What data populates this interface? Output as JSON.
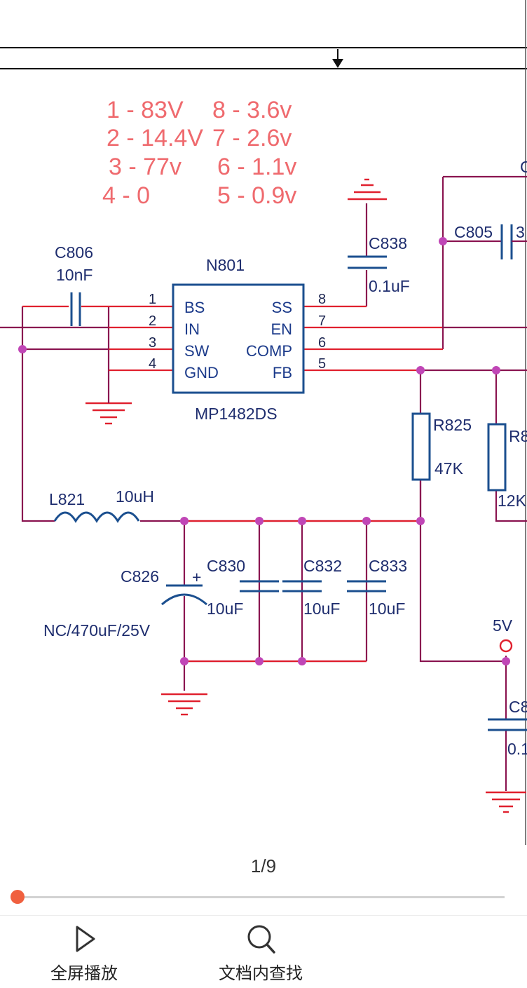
{
  "viewer": {
    "page_indicator": "1/9",
    "progress_fraction": 0.0
  },
  "toolbar": {
    "fullscreen_label": "全屏播放",
    "search_label": "文档内查找",
    "fullscreen_icon": "play-icon",
    "search_icon": "search-icon"
  },
  "colors": {
    "net": "#8a1450",
    "lead": "#e0202e",
    "component": "#1b4f8f",
    "junction": "#c046b6",
    "annotation": "#ef6a6e",
    "progress": "#f05a3c"
  },
  "schematic": {
    "voltage_notes": {
      "left": [
        "1 - 83V",
        "2 - 14.4V",
        "3 - 77v",
        "4 - 0"
      ],
      "right": [
        "8 - 3.6v",
        "7 - 2.6v",
        "6 - 1.1v",
        "5 - 0.9v"
      ]
    },
    "ic": {
      "ref": "N801",
      "part": "MP1482DS",
      "left_pins": [
        {
          "num": "1",
          "name": "BS"
        },
        {
          "num": "2",
          "name": "IN"
        },
        {
          "num": "3",
          "name": "SW"
        },
        {
          "num": "4",
          "name": "GND"
        }
      ],
      "right_pins": [
        {
          "num": "8",
          "name": "SS"
        },
        {
          "num": "7",
          "name": "EN"
        },
        {
          "num": "6",
          "name": "COMP"
        },
        {
          "num": "5",
          "name": "FB"
        }
      ]
    },
    "components": {
      "c806": {
        "ref": "C806",
        "value": "10nF"
      },
      "c838": {
        "ref": "C838",
        "value": "0.1uF"
      },
      "c805": {
        "ref": "C805",
        "value": "3"
      },
      "r825": {
        "ref": "R825",
        "value": "47K"
      },
      "r8xx": {
        "ref": "R8",
        "value": "12K"
      },
      "l821": {
        "ref": "L821",
        "value": "10uH"
      },
      "c826": {
        "ref": "C826",
        "value": "NC/470uF/25V",
        "polarity": "+"
      },
      "c830": {
        "ref": "C830",
        "value": "10uF"
      },
      "c832": {
        "ref": "C832",
        "value": "10uF"
      },
      "c833": {
        "ref": "C833",
        "value": "10uF"
      },
      "c8xx": {
        "ref": "C8",
        "value": "0.1"
      },
      "c_top": {
        "ref": "C"
      }
    },
    "rail_label": "5V"
  }
}
